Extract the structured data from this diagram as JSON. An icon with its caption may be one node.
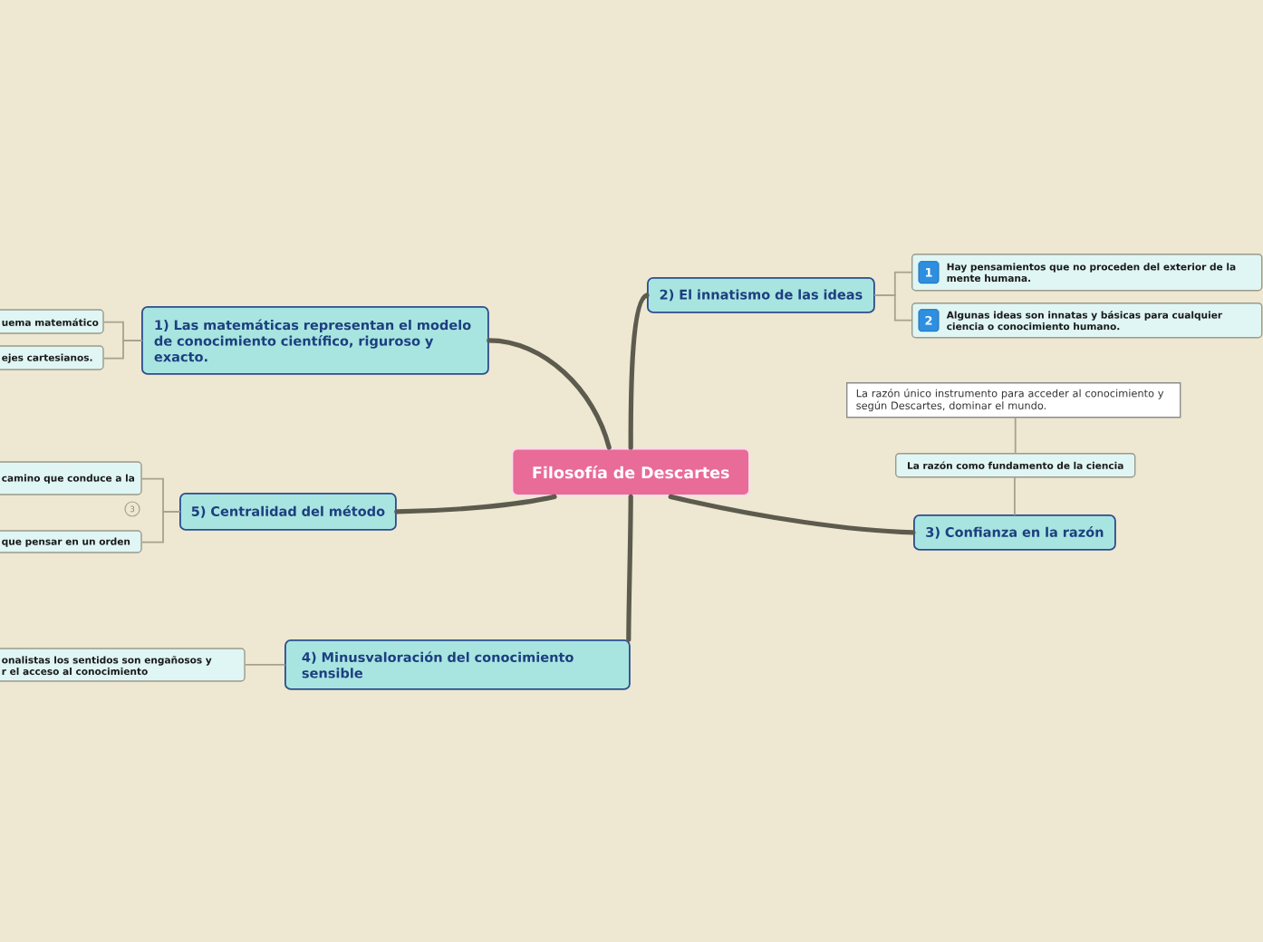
{
  "diagram": {
    "nodes": [
      {
        "text": [
          "Filosofía de Descartes"
        ]
      },
      {
        "text": [
          "1) Las matemáticas representan el modelo de conocimiento científico, riguroso y exacto."
        ]
      },
      {
        "text": [
          "uema matemático"
        ]
      },
      {
        "text": [
          "ejes cartesianos."
        ]
      },
      {
        "text": [
          "2) El innatismo de las ideas"
        ]
      },
      {
        "text": [
          "Hay pensamientos que no proceden del exterior de la mente humana."
        ]
      },
      {
        "text": [
          "1"
        ],
        "in": 5
      },
      {
        "text": [
          "Algunas ideas son innatas y básicas para cualquier ciencia o conocimiento humano."
        ]
      },
      {
        "text": [
          "2"
        ],
        "in": 7
      },
      {
        "text": [
          "La razón único instrumento para acceder al conocimiento y según Descartes, dominar el mundo."
        ]
      },
      {
        "text": [
          "La razón como fundamento de la ciencia"
        ]
      },
      {
        "text": [
          "3) Confianza en la razón"
        ]
      },
      {
        "text": [
          "5) Centralidad del método"
        ]
      },
      {
        "text": [
          "camino que conduce a la"
        ]
      },
      {
        "text": [
          "3"
        ]
      },
      {
        "text": [
          "que pensar en un orden"
        ]
      },
      {
        "text": [
          "4) Minusvaloración del conocimiento sensible"
        ]
      },
      {
        "text": [
          "onalistas los sentidos son engañosos y r el acceso al conocimiento"
        ]
      }
    ],
    "edges": [
      {
        "from": 0,
        "to": 1,
        "arrow": "none",
        "style": "thick",
        "color": "#5c5b4e"
      },
      {
        "from": 0,
        "to": 4,
        "arrow": "none",
        "style": "thick",
        "color": "#5c5b4e"
      },
      {
        "from": 0,
        "to": 11,
        "arrow": "none",
        "style": "thick",
        "color": "#5c5b4e"
      },
      {
        "from": 0,
        "to": 12,
        "arrow": "none",
        "style": "thick",
        "color": "#5c5b4e"
      },
      {
        "from": 0,
        "to": 16,
        "arrow": "none",
        "style": "thick",
        "color": "#5c5b4e"
      },
      {
        "from": 1,
        "to": 2,
        "arrow": "none"
      },
      {
        "from": 1,
        "to": 3,
        "arrow": "none"
      },
      {
        "from": 4,
        "to": 5,
        "arrow": "none"
      },
      {
        "from": 4,
        "to": 7,
        "arrow": "none"
      },
      {
        "from": 11,
        "to": 10,
        "arrow": "none"
      },
      {
        "from": 10,
        "to": 9,
        "arrow": "none"
      },
      {
        "from": 12,
        "to": 13,
        "arrow": "none"
      },
      {
        "from": 12,
        "to": 15,
        "arrow": "none"
      },
      {
        "from": 16,
        "to": 17,
        "arrow": "none"
      }
    ]
  }
}
